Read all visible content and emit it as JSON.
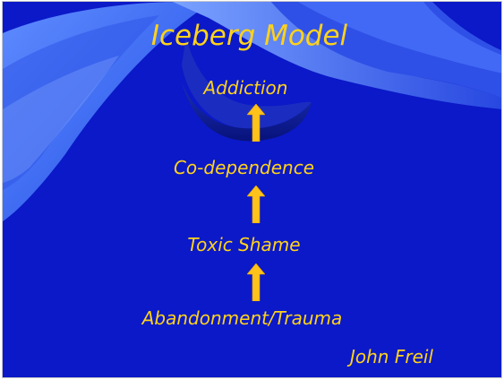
{
  "slide": {
    "title": "Iceberg Model",
    "steps": [
      "Addiction",
      "Co-dependence",
      "Toxic Shame",
      "Abandonment/Trauma"
    ],
    "author": "John Freil"
  },
  "colors": {
    "background": "#0b19c8",
    "text": "#ffd21a",
    "arrow": "#ffc21a",
    "swoosh_light": "#5a86ff",
    "swoosh_dark": "#0a1a9a"
  }
}
